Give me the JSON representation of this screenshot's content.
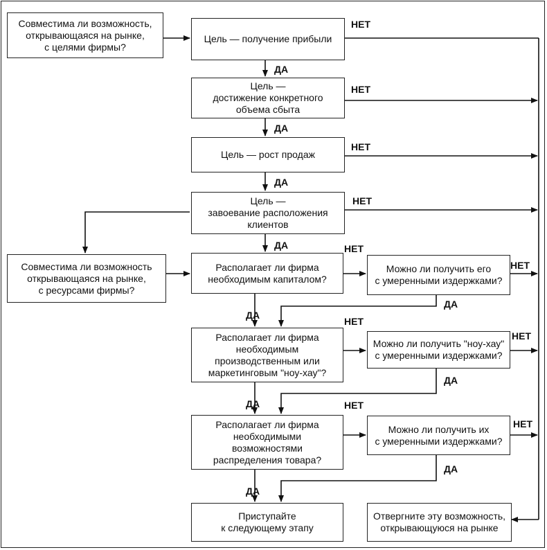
{
  "diagram": {
    "boxes": {
      "q_goals": "Совместима ли возможность,\nоткрывающаяся на рынке,\nс целями фирмы?",
      "goal_profit": "Цель — получение прибыли",
      "goal_volume": "Цель —\nдостижение конкретного\nобъема сбыта",
      "goal_growth": "Цель — рост продаж",
      "goal_clients": "Цель —\nзавоевание расположения\nклиентов",
      "q_resources": "Совместима ли возможность\nоткрывающаяся на рынке,\nс ресурсами фирмы?",
      "q_capital": "Располагает ли фирма\nнеобходимым капиталом?",
      "q_capital_cost": "Можно ли получить его\nс умеренными издержками?",
      "q_knowhow": "Располагает ли фирма\nнеобходимым\nпроизводственным или\nмаркетинговым \"ноу-хау\"?",
      "q_knowhow_cost": "Можно ли получить \"ноу-хау\"\nс умеренными издержками?",
      "q_distribution": "Располагает ли фирма\nнеобходимыми\nвозможностями\nраспределения товара?",
      "q_distribution_cost": "Можно ли получить их\nс умеренными издержками?",
      "proceed": "Приступайте\nк следующему этапу",
      "reject": "Отвергните эту возможность,\nоткрывающуюся на рынке"
    },
    "labels": {
      "yes": "ДА",
      "no": "НЕТ"
    }
  }
}
